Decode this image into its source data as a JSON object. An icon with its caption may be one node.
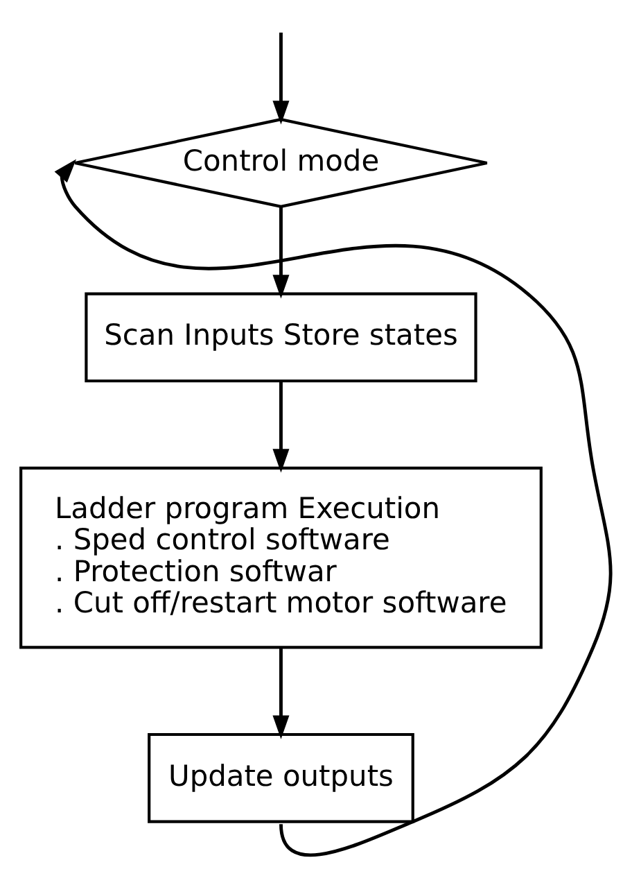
{
  "diagram": {
    "nodes": [
      {
        "text": [
          "Control mode"
        ]
      },
      {
        "text": [
          "Scan Inputs Store states"
        ]
      },
      {
        "text": [
          "Ladder program Execution",
          ". Sped control software",
          ". Protection softwar",
          ". Cut off/restart motor software"
        ]
      },
      {
        "text": [
          "Update outputs"
        ]
      }
    ],
    "edges": [
      {
        "from": null,
        "to": 0,
        "arrow": "to"
      },
      {
        "from": 0,
        "to": 1,
        "arrow": "to"
      },
      {
        "from": 1,
        "to": 2,
        "arrow": "to"
      },
      {
        "from": 2,
        "to": 3,
        "arrow": "to"
      },
      {
        "from": 3,
        "to": 0,
        "arrow": "to"
      }
    ]
  }
}
